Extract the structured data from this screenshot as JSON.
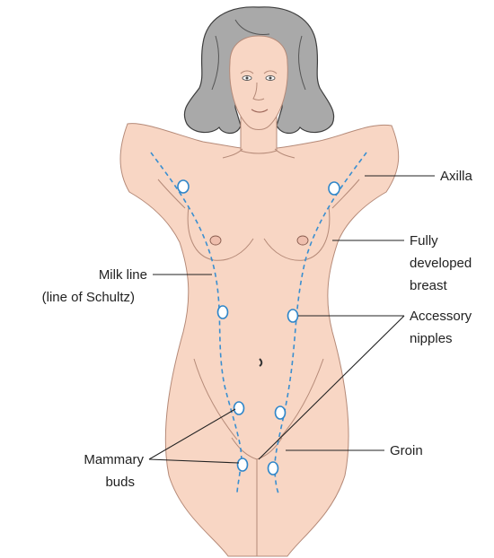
{
  "labels": {
    "axilla": "Axilla",
    "breast_line1": "Fully",
    "breast_line2": "developed",
    "breast_line3": "breast",
    "milk_line1": "Milk line",
    "milk_line2": "(line of Schultz)",
    "accessory_line1": "Accessory",
    "accessory_line2": "nipples",
    "mammary_line1": "Mammary",
    "mammary_line2": "buds",
    "groin": "Groin"
  },
  "colors": {
    "skin": "#f8d6c4",
    "skin_outline": "#b58a78",
    "hair": "#a9a9a9",
    "milk_line": "#3a8fd0",
    "bud_outline": "#2f86c9",
    "label_text": "#222222"
  }
}
